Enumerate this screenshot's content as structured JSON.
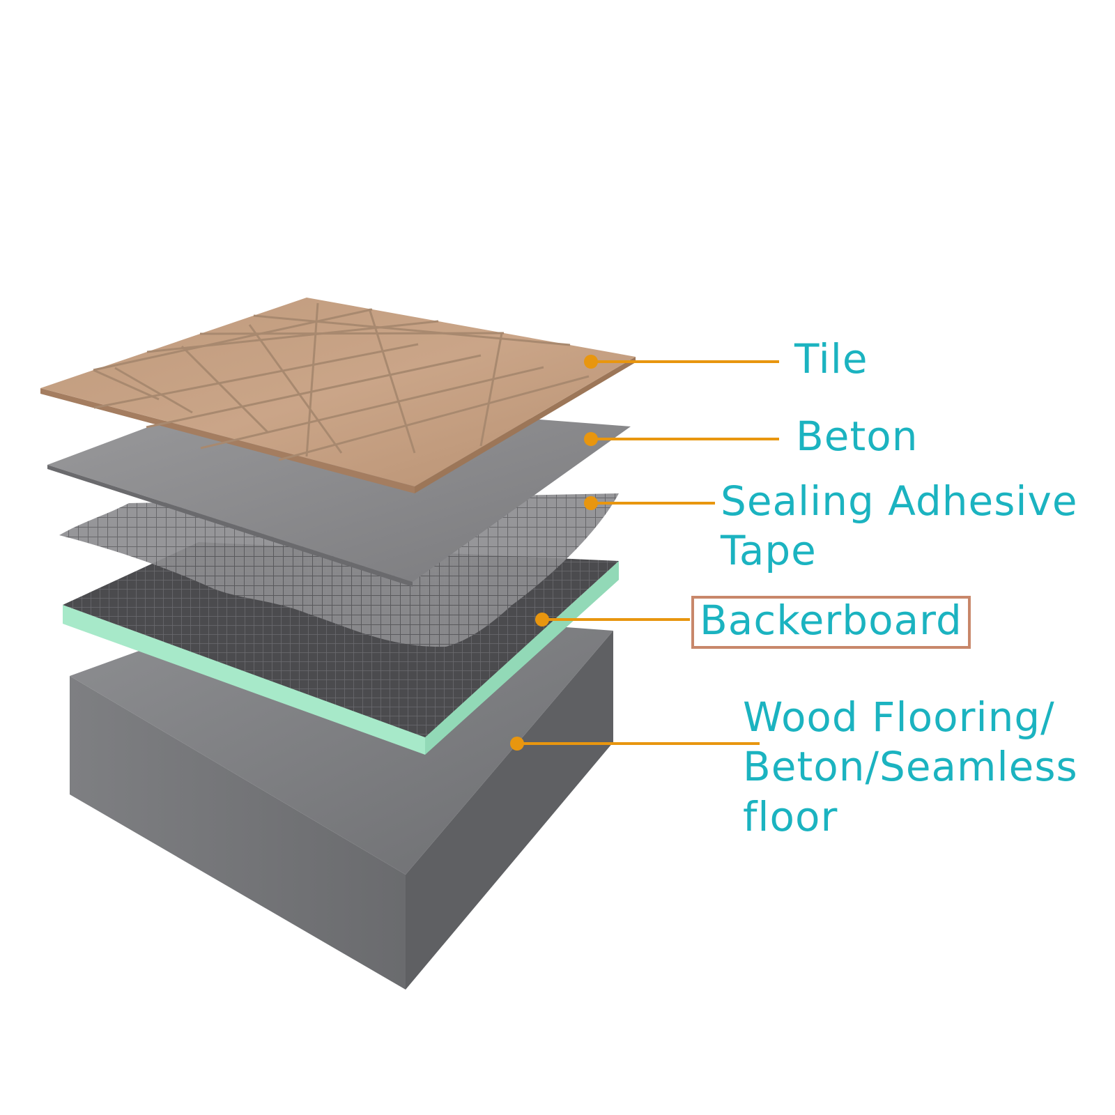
{
  "colors": {
    "label_text": "#1bb3c0",
    "leader_line": "#e8960f",
    "highlight_box": "#c8876a",
    "tile": "#c9a384",
    "beton": "#8a8a8c",
    "mesh": "#6f6f72",
    "backerboard_top": "#4a4a4d",
    "backerboard_core": "#a6e8c8",
    "base": "#7c7d80"
  },
  "labels": {
    "tile": "Tile",
    "beton": "Beton",
    "sealing_line1": "Sealing Adhesive",
    "sealing_line2": "Tape",
    "backerboard": "Backerboard",
    "floor_line1": "Wood Flooring/",
    "floor_line2": "Beton/Seamless",
    "floor_line3": "floor"
  },
  "highlighted_layer": "backerboard"
}
